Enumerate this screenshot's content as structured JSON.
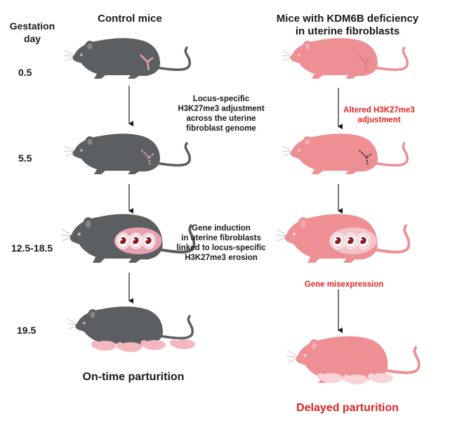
{
  "headers": {
    "gestation_line1": "Gestation",
    "gestation_line2": "day",
    "control": "Control mice",
    "mutant_line1": "Mice with KDM6B deficiency",
    "mutant_line2": "in uterine fibroblasts"
  },
  "days": [
    "0.5",
    "5.5",
    "12.5-18.5",
    "19.5"
  ],
  "control_notes": {
    "stage1": [
      "Locus-specific",
      "H3K27me3 adjustment",
      "across the uterine",
      "fibroblast genome"
    ],
    "stage3": [
      "Gene induction",
      "in uterine fibroblasts",
      "linked to locus-specific",
      "H3K27me3 erosion"
    ]
  },
  "mutant_notes": {
    "stage1": [
      "Altered H3K27me3",
      "adjustment"
    ],
    "stage3": "Gene misexpression"
  },
  "outcomes": {
    "control": "On-time parturition",
    "mutant": "Delayed parturition"
  },
  "colors": {
    "control_mouse": "#5b5f61",
    "mutant_mouse": "#ee8f94",
    "red_text": "#e02424",
    "uterus_pink": "#e7a2ae",
    "embryo_red": "#8b1a22"
  },
  "icons": [
    "mouse-icon",
    "uterus-icon",
    "embryo-icon",
    "pup-icon",
    "down-arrow-icon"
  ]
}
